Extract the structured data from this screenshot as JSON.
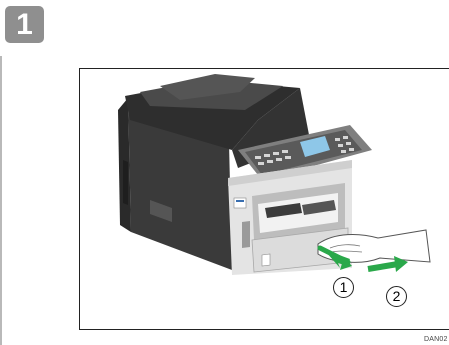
{
  "step": {
    "number": "1"
  },
  "figure": {
    "markers": [
      "1",
      "2"
    ],
    "code": "DAN02"
  },
  "colors": {
    "badge": "#8f8f8f",
    "arrow": "#2aa84a",
    "printer_body": "#3a3a3a",
    "tray": "#e6e6e6"
  }
}
